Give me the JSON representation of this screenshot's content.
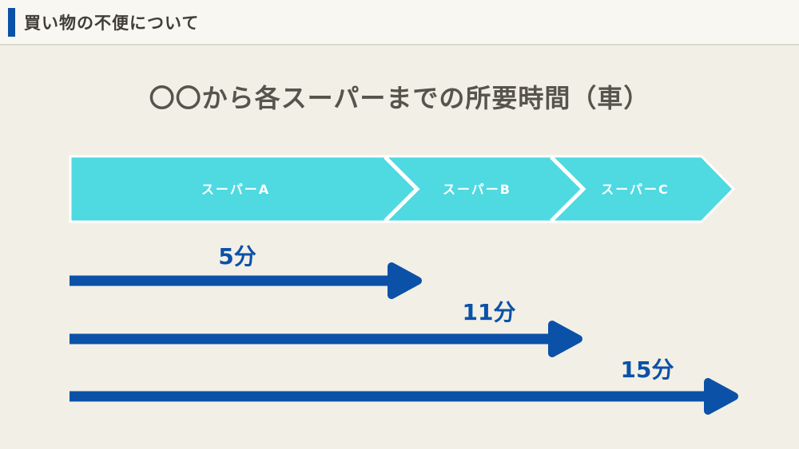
{
  "header": {
    "title": "買い物の不便について"
  },
  "slide": {
    "title": "〇〇から各スーパーまでの所要時間（車）"
  },
  "diagram": {
    "type": "chevron-timeline",
    "stations": [
      {
        "label": "スーパーA"
      },
      {
        "label": "スーパーB"
      },
      {
        "label": "スーパーC"
      }
    ],
    "durations": [
      {
        "label": "5分",
        "minutes": 5
      },
      {
        "label": "11分",
        "minutes": 11
      },
      {
        "label": "15分",
        "minutes": 15
      }
    ]
  },
  "colors": {
    "accent_blue": "#0B51A8",
    "band_cyan": "#4FD9E1",
    "background": "#F2EFE6",
    "header_background": "#F8F7F2",
    "title_text": "#57534D"
  }
}
